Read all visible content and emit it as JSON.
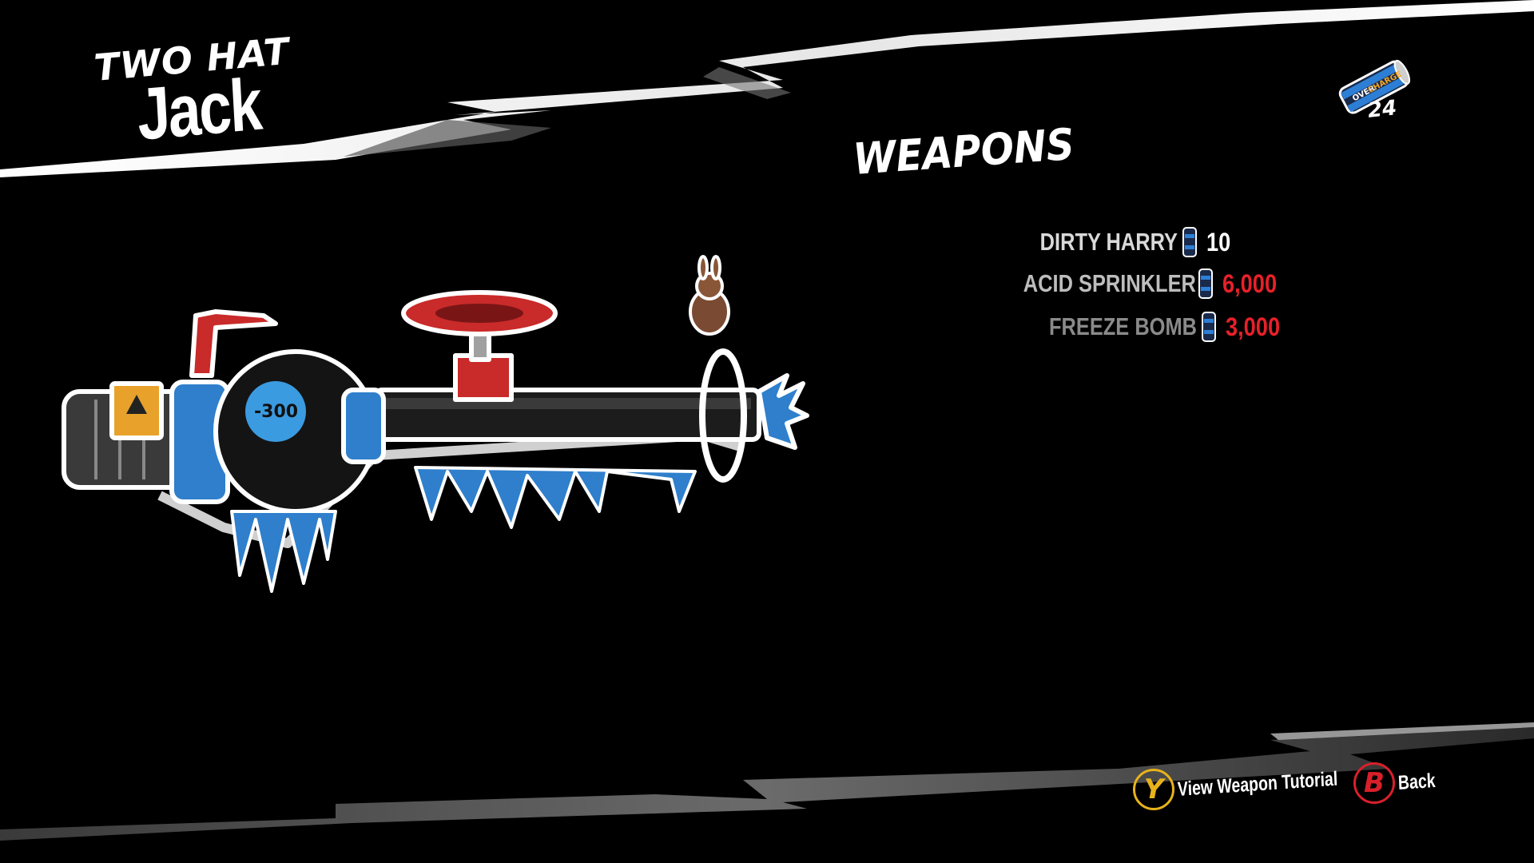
{
  "character": {
    "title_small": "TWO HAT",
    "title_big": "Jack"
  },
  "currency": {
    "icon": "overcharge-can-icon",
    "label_line1": "OVER",
    "label_line2": "CHARGE",
    "count": "24"
  },
  "weapons": {
    "section_title": "WEAPONS",
    "items": [
      {
        "name": "DIRTY HARRY",
        "price": "10",
        "name_color": "#d9d9d9",
        "price_color": "#ffffff"
      },
      {
        "name": "ACID SPRINKLER",
        "price": "6,000",
        "name_color": "#bdbdbd",
        "price_color": "#e8202a"
      },
      {
        "name": "FREEZE BOMB",
        "price": "3,000",
        "name_color": "#8a8a8a",
        "price_color": "#e8202a"
      }
    ]
  },
  "weapon_preview": {
    "decal_text": "-300"
  },
  "prompts": {
    "tutorial": {
      "button": "Y",
      "label": "View Weapon Tutorial",
      "color": "#e8b21a"
    },
    "back": {
      "button": "B",
      "label": "Back",
      "color": "#d9202a"
    }
  }
}
